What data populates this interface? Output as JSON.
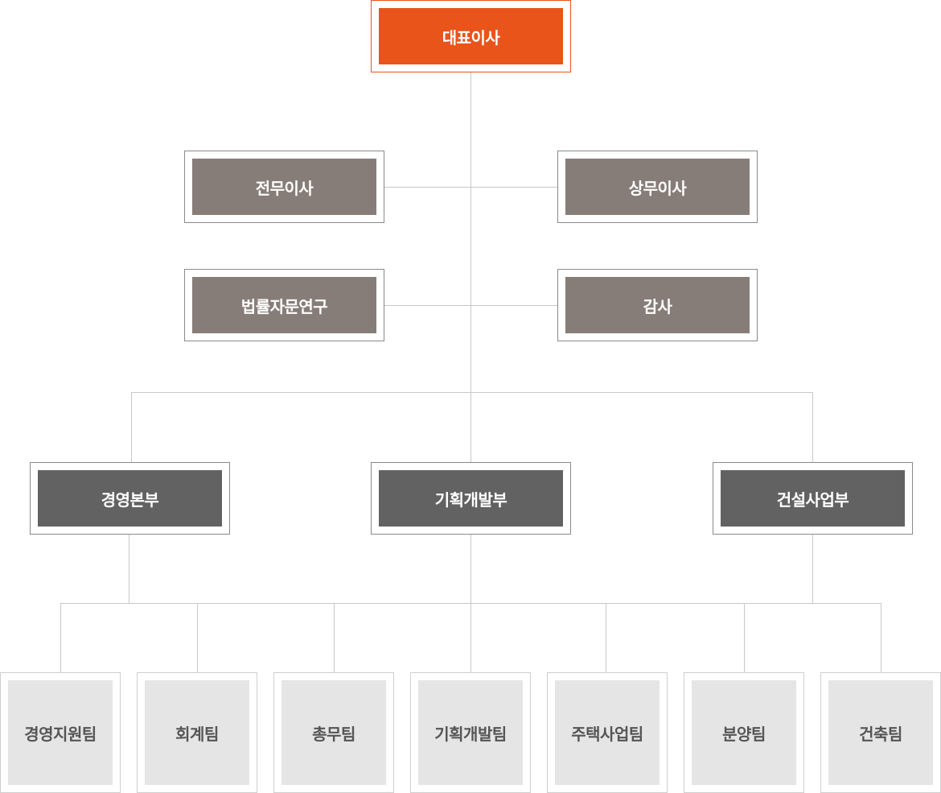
{
  "ceo": {
    "label": "대표이사"
  },
  "executives": [
    {
      "label": "전무이사"
    },
    {
      "label": "상무이사"
    },
    {
      "label": "법률자문연구"
    },
    {
      "label": "감사"
    }
  ],
  "divisions": [
    {
      "label": "경영본부"
    },
    {
      "label": "기획개발부"
    },
    {
      "label": "건설사업부"
    }
  ],
  "teams": [
    {
      "label": "경영지원팀"
    },
    {
      "label": "회계팀"
    },
    {
      "label": "총무팀"
    },
    {
      "label": "기획개발팀"
    },
    {
      "label": "주택사업팀"
    },
    {
      "label": "분양팀"
    },
    {
      "label": "건축팀"
    }
  ],
  "colors": {
    "ceo": "#e9541a",
    "executive": "#877d78",
    "division": "#626262",
    "team": "#e5e5e5",
    "connector": "#c8c8c8"
  }
}
